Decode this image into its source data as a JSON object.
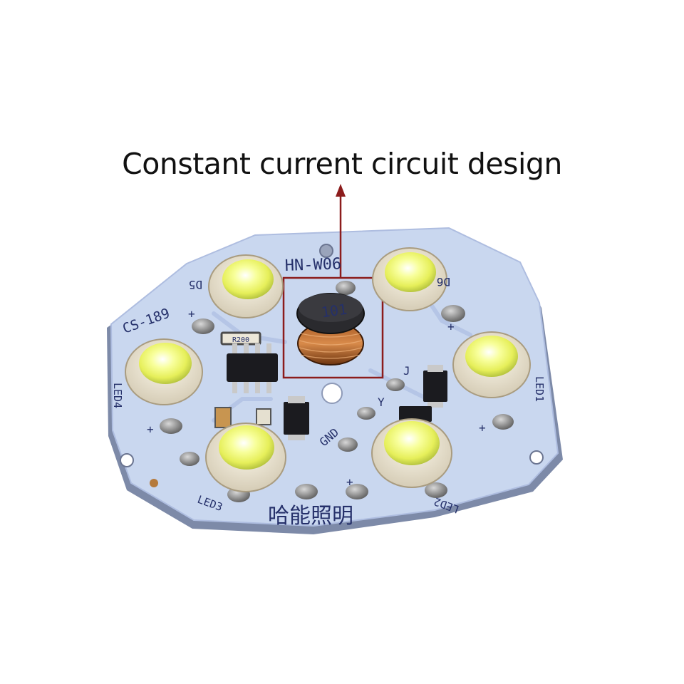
{
  "caption": "Constant current circuit design",
  "board": {
    "model_label": "HN-W06",
    "series_label": "CS-189",
    "resistor_label": "R200",
    "inductor_label": "101",
    "led_labels": [
      "LED1",
      "LED2",
      "LED3",
      "LED4"
    ],
    "led_partial_labels": [
      "D5",
      "D6"
    ],
    "gnd_label": "GND",
    "pin_labels": [
      "J",
      "Y"
    ],
    "polarity_mark": "+",
    "maker_label": "哈能照明"
  },
  "colors": {
    "board": "#c9d7ef",
    "highlight_box": "#8c1c1c",
    "arrow": "#8c1c1c",
    "led_body": "#efe8d6",
    "led_core": "#f6ff6e"
  }
}
